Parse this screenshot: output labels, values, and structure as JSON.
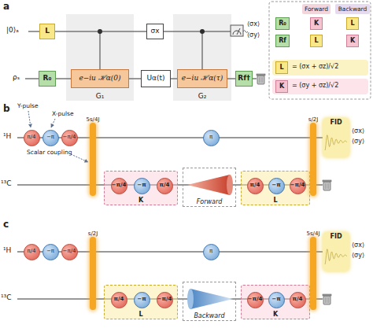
{
  "diagram": {
    "nodes": [
      {
        "text": [
          "L"
        ]
      },
      {
        "text": [
          "R₀"
        ]
      },
      {
        "text": [
          "G₁"
        ]
      },
      {
        "text": [
          "e−iu ℋα(0)"
        ],
        "in": 2
      },
      {
        "text": [
          "σx"
        ]
      },
      {
        "text": [
          "Uα(t)"
        ]
      },
      {
        "text": [
          "G₂"
        ]
      },
      {
        "text": [
          "e−iu ℋα(τ)"
        ],
        "in": 6
      },
      {
        "text": [
          "Rf†"
        ]
      },
      {
        "text": [
          "Forward"
        ]
      },
      {
        "text": [
          "Backward"
        ]
      },
      {
        "text": [
          "R₀"
        ]
      },
      {
        "text": [
          "K"
        ]
      },
      {
        "text": [
          "L"
        ]
      },
      {
        "text": [
          "Rf"
        ]
      },
      {
        "text": [
          "L"
        ]
      },
      {
        "text": [
          "K"
        ]
      },
      {
        "text": [
          "L"
        ]
      },
      {
        "text": [
          "K"
        ]
      },
      {
        "text": [
          "π/4"
        ]
      },
      {
        "text": [
          "−π"
        ]
      },
      {
        "text": [
          "−π/4"
        ]
      },
      {
        "text": [
          "5s/4J"
        ]
      },
      {
        "text": [
          "K"
        ]
      },
      {
        "text": [
          "−π/4"
        ],
        "in": 23
      },
      {
        "text": [
          "−π"
        ],
        "in": 23
      },
      {
        "text": [
          "π/4"
        ],
        "in": 23
      },
      {
        "text": [
          "Forward"
        ]
      },
      {
        "text": [
          "L"
        ]
      },
      {
        "text": [
          "π/4"
        ],
        "in": 28
      },
      {
        "text": [
          "−π"
        ],
        "in": 28
      },
      {
        "text": [
          "−π/4"
        ],
        "in": 28
      },
      {
        "text": [
          "π"
        ]
      },
      {
        "text": [
          "s/2J"
        ]
      },
      {
        "text": [
          "FID"
        ]
      },
      {
        "text": [
          "π/4"
        ]
      },
      {
        "text": [
          "−π"
        ]
      },
      {
        "text": [
          "−π/4"
        ]
      },
      {
        "text": [
          "s/2J"
        ]
      },
      {
        "text": [
          "L"
        ]
      },
      {
        "text": [
          "π/4"
        ],
        "in": 39
      },
      {
        "text": [
          "−π"
        ],
        "in": 39
      },
      {
        "text": [
          "−π/4"
        ],
        "in": 39
      },
      {
        "text": [
          "Backward"
        ]
      },
      {
        "text": [
          "K"
        ]
      },
      {
        "text": [
          "−π/4"
        ],
        "in": 44
      },
      {
        "text": [
          "−π"
        ],
        "in": 44
      },
      {
        "text": [
          "π/4"
        ],
        "in": 44
      },
      {
        "text": [
          "π"
        ]
      },
      {
        "text": [
          "5s/4J"
        ]
      },
      {
        "text": [
          "FID"
        ]
      }
    ],
    "edges": [
      {
        "from": 0,
        "to": 4,
        "arrow": "none"
      },
      {
        "from": 1,
        "to": 3,
        "arrow": "none"
      },
      {
        "from": 3,
        "to": 5,
        "arrow": "none"
      },
      {
        "from": 5,
        "to": 7,
        "arrow": "none"
      },
      {
        "from": 7,
        "to": 8,
        "arrow": "none"
      }
    ],
    "labels": [
      "a",
      "|0⟩ₐ",
      "ρₛ",
      "⟨σx⟩",
      "⟨σy⟩",
      "= (σx + σz)/√2",
      "= (σy + σz)/√2",
      "b",
      "Y-pulse",
      "X-pulse",
      "¹H",
      "¹³C",
      "Scalar coupling",
      "⟨σx⟩",
      "⟨σy⟩",
      "c",
      "¹H",
      "¹³C",
      "⟨σx⟩",
      "⟨σy⟩"
    ]
  }
}
